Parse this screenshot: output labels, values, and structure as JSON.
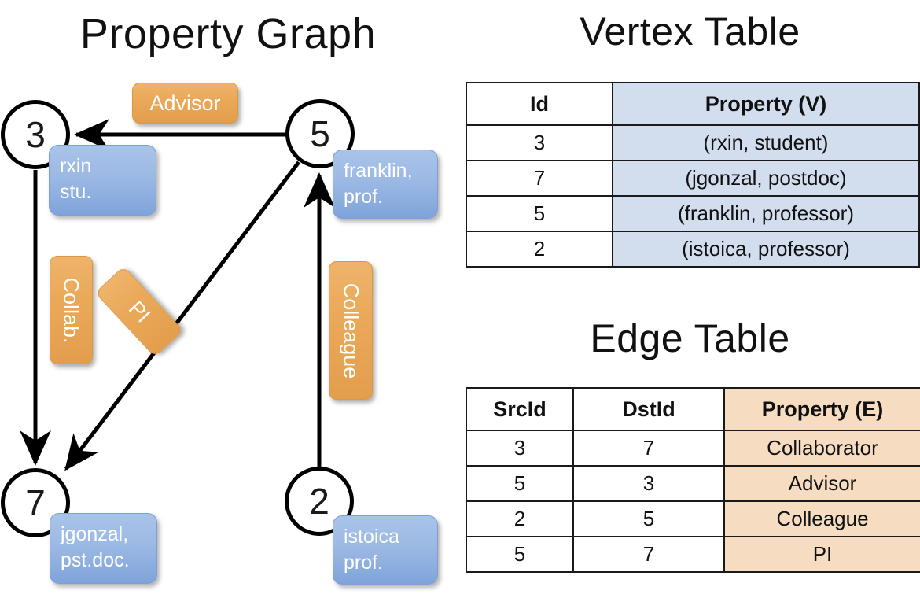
{
  "titles": {
    "property_graph": "Property Graph",
    "vertex_table": "Vertex Table",
    "edge_table": "Edge Table"
  },
  "colors": {
    "vertex_property_fill": "#d2ddee",
    "edge_property_fill": "#f6ddc2",
    "node_property_box": "#9cb9e4",
    "edge_label_box": "#eaa959",
    "stroke": "#000000"
  },
  "graph": {
    "nodes": [
      {
        "id": "3",
        "property_lines": [
          "rxin",
          "stu."
        ]
      },
      {
        "id": "5",
        "property_lines": [
          "franklin,",
          "prof."
        ]
      },
      {
        "id": "7",
        "property_lines": [
          "jgonzal,",
          "pst.doc."
        ]
      },
      {
        "id": "2",
        "property_lines": [
          "istoica",
          "prof."
        ]
      }
    ],
    "edge_labels": [
      {
        "name": "advisor",
        "label": "Advisor",
        "orientation": "horizontal"
      },
      {
        "name": "collab",
        "label": "Collab.",
        "orientation": "vertical"
      },
      {
        "name": "pi",
        "label": "PI",
        "orientation": "diagonal"
      },
      {
        "name": "colleague",
        "label": "Colleague",
        "orientation": "vertical"
      }
    ],
    "edges": [
      {
        "src": "5",
        "dst": "3",
        "label": "Advisor"
      },
      {
        "src": "3",
        "dst": "7",
        "label": "Collab."
      },
      {
        "src": "5",
        "dst": "7",
        "label": "PI"
      },
      {
        "src": "2",
        "dst": "5",
        "label": "Colleague"
      }
    ]
  },
  "vertex_table": {
    "headers": [
      "Id",
      "Property (V)"
    ],
    "rows": [
      {
        "id": "3",
        "property": "(rxin, student)"
      },
      {
        "id": "7",
        "property": "(jgonzal, postdoc)"
      },
      {
        "id": "5",
        "property": "(franklin, professor)"
      },
      {
        "id": "2",
        "property": "(istoica, professor)"
      }
    ]
  },
  "edge_table": {
    "headers": [
      "SrcId",
      "DstId",
      "Property (E)"
    ],
    "rows": [
      {
        "src": "3",
        "dst": "7",
        "property": "Collaborator"
      },
      {
        "src": "5",
        "dst": "3",
        "property": "Advisor"
      },
      {
        "src": "2",
        "dst": "5",
        "property": "Colleague"
      },
      {
        "src": "5",
        "dst": "7",
        "property": "PI"
      }
    ]
  }
}
